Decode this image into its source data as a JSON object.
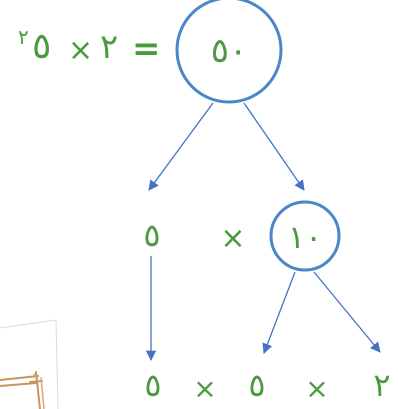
{
  "equation": {
    "exponent": "٢",
    "base": "٥",
    "times": "×",
    "multiplier": "٢",
    "equals": "="
  },
  "root": {
    "value": "٥٠"
  },
  "level1": {
    "left": "٥",
    "times": "×",
    "right": "١٠"
  },
  "level2": {
    "a": "٥",
    "times1": "×",
    "b": "٥",
    "times2": "×",
    "c": "٢"
  },
  "colors": {
    "text": "#4b9a3f",
    "circle": "#4a87c8",
    "arrow": "#4472c4",
    "sketch": "#c8955a"
  }
}
